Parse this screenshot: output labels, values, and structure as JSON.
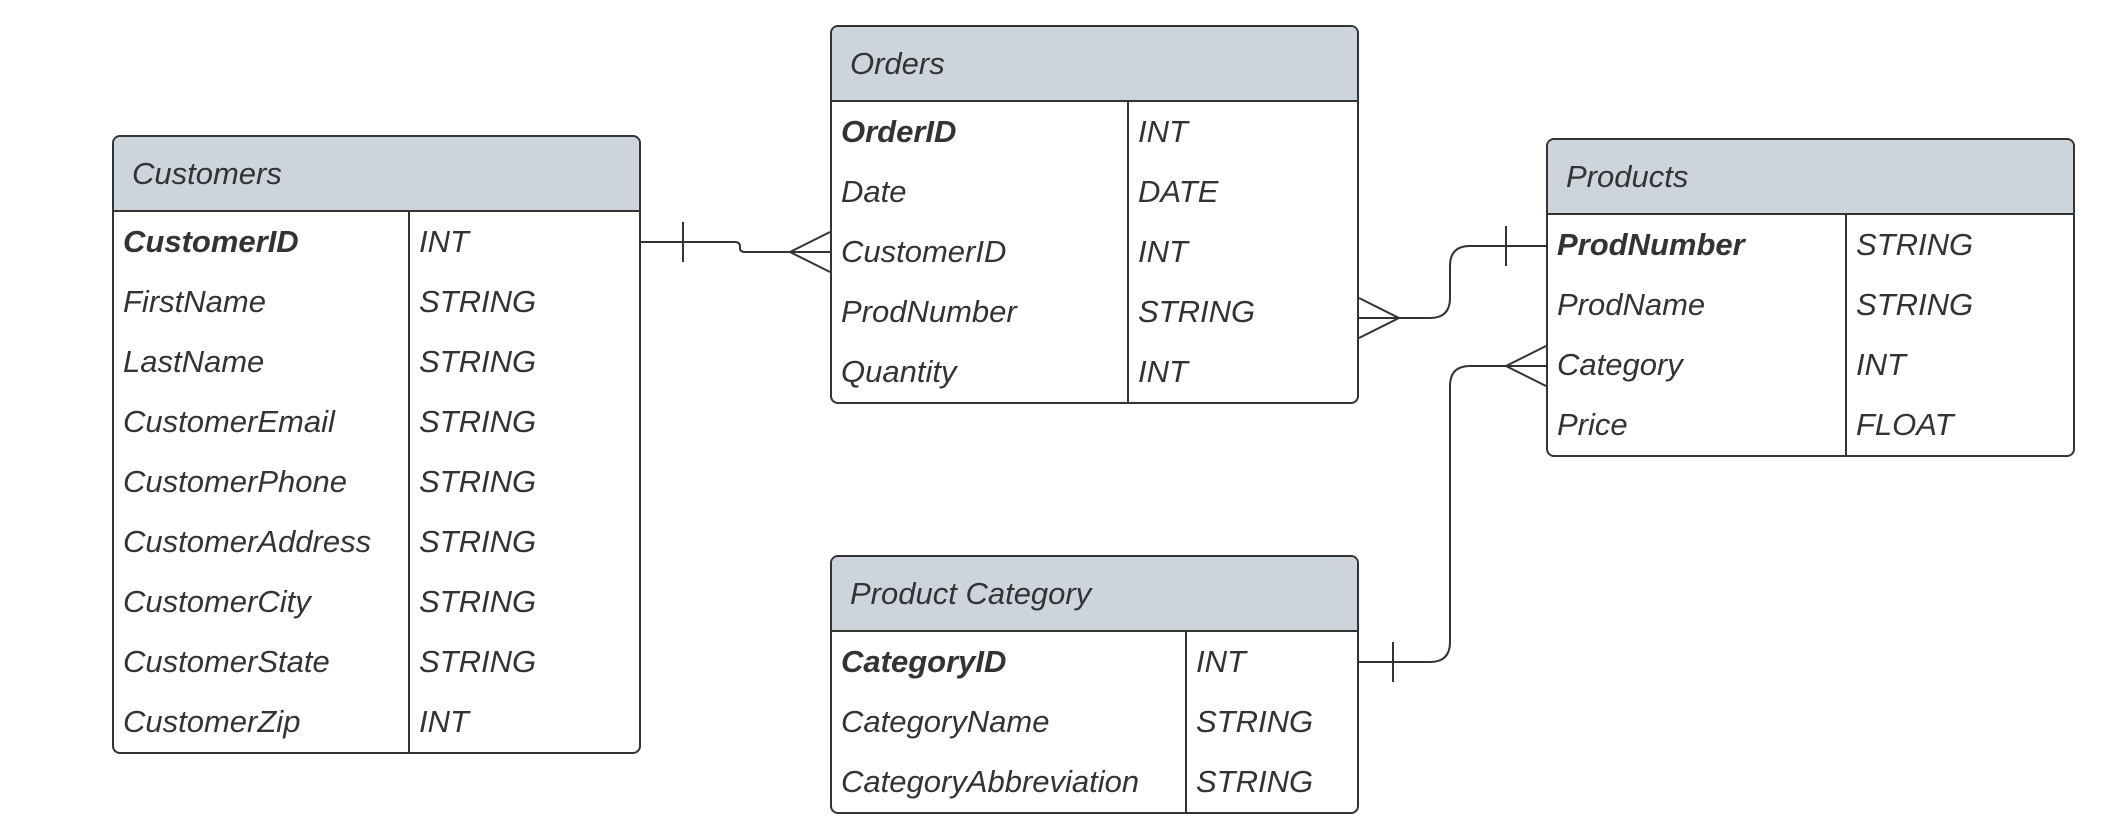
{
  "entities": [
    {
      "id": "customers",
      "title": "Customers",
      "rows": [
        {
          "name": "CustomerID",
          "type": "INT",
          "pk": true
        },
        {
          "name": "FirstName",
          "type": "STRING"
        },
        {
          "name": "LastName",
          "type": "STRING"
        },
        {
          "name": "CustomerEmail",
          "type": "STRING"
        },
        {
          "name": "CustomerPhone",
          "type": "STRING"
        },
        {
          "name": "CustomerAddress",
          "type": "STRING"
        },
        {
          "name": "CustomerCity",
          "type": "STRING"
        },
        {
          "name": "CustomerState",
          "type": "STRING"
        },
        {
          "name": "CustomerZip",
          "type": "INT"
        }
      ]
    },
    {
      "id": "orders",
      "title": "Orders",
      "rows": [
        {
          "name": "OrderID",
          "type": "INT",
          "pk": true
        },
        {
          "name": "Date",
          "type": "DATE"
        },
        {
          "name": "CustomerID",
          "type": "INT"
        },
        {
          "name": "ProdNumber",
          "type": "STRING"
        },
        {
          "name": "Quantity",
          "type": "INT"
        }
      ]
    },
    {
      "id": "products",
      "title": "Products",
      "rows": [
        {
          "name": "ProdNumber",
          "type": "STRING",
          "pk": true
        },
        {
          "name": "ProdName",
          "type": "STRING"
        },
        {
          "name": "Category",
          "type": "INT"
        },
        {
          "name": "Price",
          "type": "FLOAT"
        }
      ]
    },
    {
      "id": "product-category",
      "title": "Product Category",
      "rows": [
        {
          "name": "CategoryID",
          "type": "INT",
          "pk": true
        },
        {
          "name": "CategoryName",
          "type": "STRING"
        },
        {
          "name": "CategoryAbbreviation",
          "type": "STRING"
        }
      ]
    }
  ],
  "relationships": [
    {
      "from": "customers.CustomerID",
      "from_card": "one",
      "to": "orders.CustomerID",
      "to_card": "many"
    },
    {
      "from": "orders.ProdNumber",
      "from_card": "many",
      "to": "products.ProdNumber",
      "to_card": "one"
    },
    {
      "from": "product-category.CategoryID",
      "from_card": "one",
      "to": "products.Category",
      "to_card": "many"
    }
  ],
  "colors": {
    "header_bg": "#ced4dc",
    "border": "#333333",
    "text": "#333333"
  }
}
